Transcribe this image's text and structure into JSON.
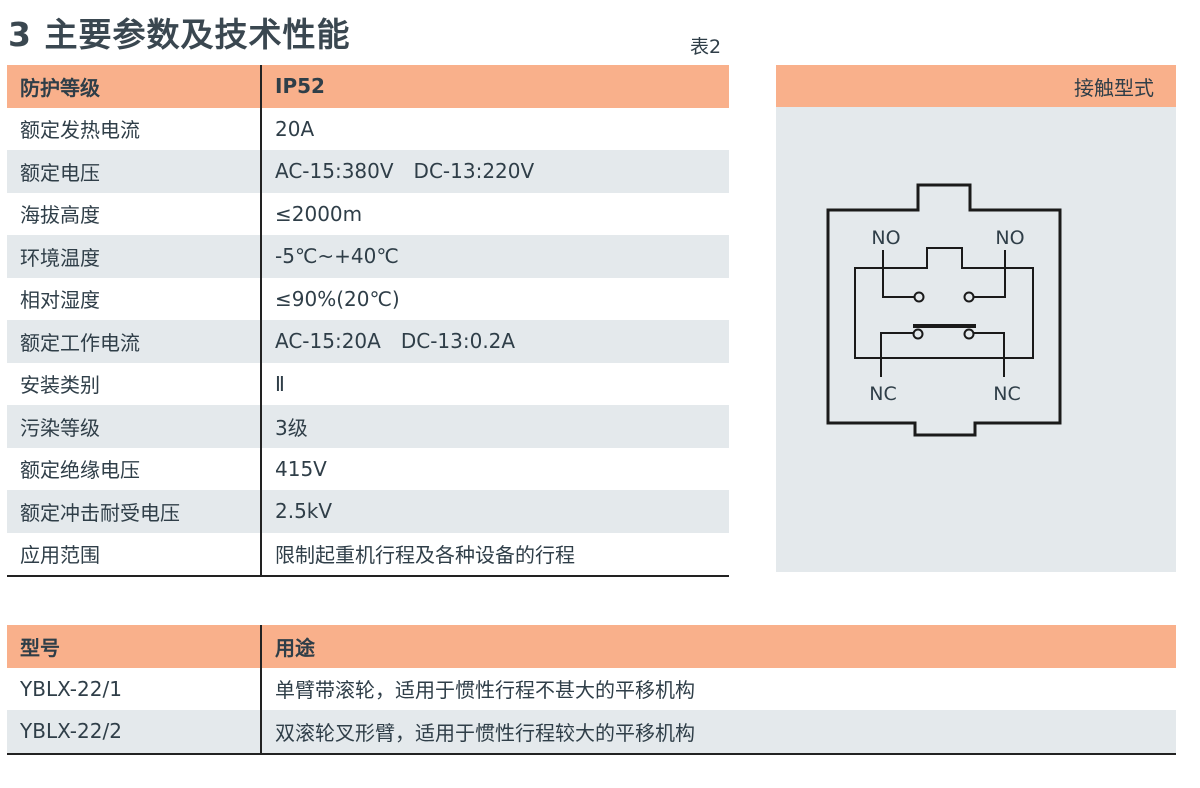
{
  "title": "3 主要参数及技术性能",
  "table_label": "表2",
  "specs": {
    "header": [
      "防护等级",
      "IP52"
    ],
    "rows": [
      [
        "额定发热电流",
        "20A"
      ],
      [
        "额定电压",
        "AC-15:380V DC-13:220V"
      ],
      [
        "海拔高度",
        "≤2000m"
      ],
      [
        "环境温度",
        "-5℃~+40℃"
      ],
      [
        "相对湿度",
        "≤90%(20℃)"
      ],
      [
        "额定工作电流",
        "AC-15:20A DC-13:0.2A"
      ],
      [
        "安装类别",
        "Ⅱ"
      ],
      [
        "污染等级",
        "3级"
      ],
      [
        "额定绝缘电压",
        "415V"
      ],
      [
        "额定冲击耐受电压",
        "2.5kV"
      ],
      [
        "应用范围",
        "限制起重机行程及各种设备的行程"
      ]
    ]
  },
  "contact": {
    "header": "接触型式",
    "labels": {
      "no_left": "NO",
      "no_right": "NO",
      "nc_left": "NC",
      "nc_right": "NC"
    }
  },
  "models": {
    "header": [
      "型号",
      "用途"
    ],
    "rows": [
      [
        "YBLX-22/1",
        "单臂带滚轮，适用于惯性行程不甚大的平移机构"
      ],
      [
        "YBLX-22/2",
        "双滚轮叉形臂，适用于惯性行程较大的平移机构"
      ]
    ]
  }
}
